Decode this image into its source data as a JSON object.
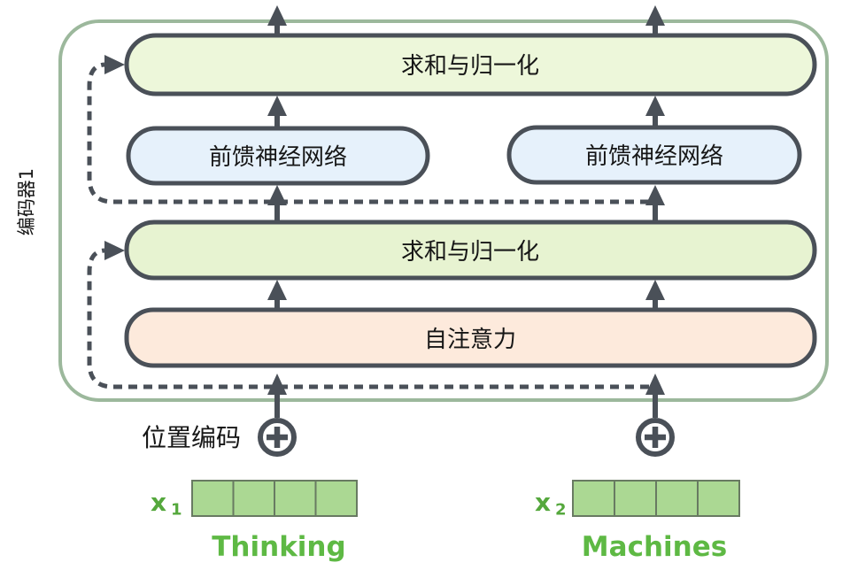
{
  "diagram": {
    "encoder_label": "编码器1",
    "boxes": {
      "add_norm_top": "求和与归一化",
      "ffn_left": "前馈神经网络",
      "ffn_right": "前馈神经网络",
      "add_norm_mid": "求和与归一化",
      "self_attention": "自注意力"
    },
    "positional_encoding_label": "位置编码",
    "plus_symbol": "+",
    "vectors": [
      {
        "label_base": "x",
        "label_sub": "1",
        "word": "Thinking",
        "cells": 4
      },
      {
        "label_base": "x",
        "label_sub": "2",
        "word": "Machines",
        "cells": 4
      }
    ],
    "colors": {
      "container_border": "#9cb89c",
      "box_border": "#4a5058",
      "arrow": "#4a5058",
      "add_norm_top_fill": "#edf7da",
      "add_norm_mid_fill": "#e7f3d1",
      "ffn_fill": "#e6f1fb",
      "self_attention_fill": "#fdeadc",
      "vector_cell_fill": "#abd893",
      "vector_cell_border": "#687a62",
      "word_green": "#5eb944",
      "x_label_green": "#55a83d",
      "text_color": "#161616",
      "background": "#ffffff"
    }
  }
}
